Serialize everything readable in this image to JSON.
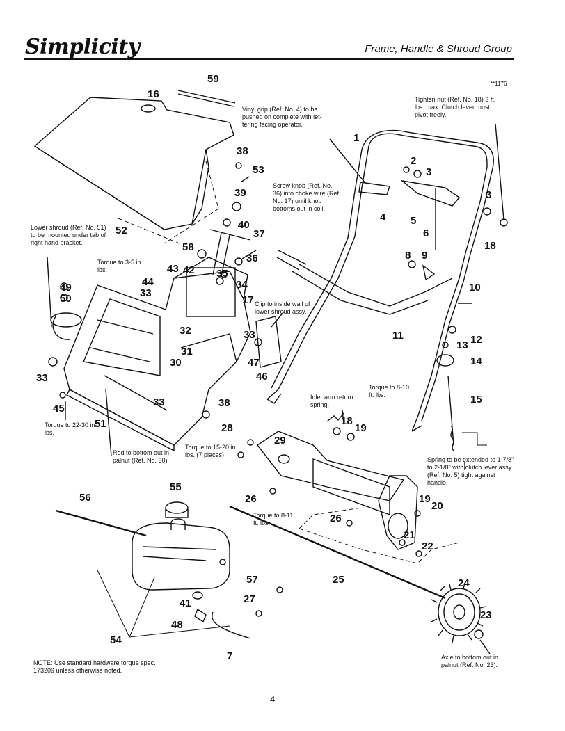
{
  "header": {
    "brand": "Simplicity",
    "section_title": "Frame, Handle & Shroud Group"
  },
  "figure_number": "**1176",
  "page_number": "4",
  "notes": {
    "vinyl_grip": "Vinyl grip (Ref. No. 4) to be pushed on complete with let-tering facing operator.",
    "tighten_nut": "Tighten nut (Ref. No. 18) 3 ft. lbs. max. Clutch lever must pivot freely.",
    "lower_shroud": "Lower shroud (Ref. No. 51) to be mounted under tab of right hand bracket.",
    "screw_knob": "Screw knob (Ref. No. 36) into choke wire (Ref. No. 17) until knob bottoms out in coil.",
    "torque_3_5": "Torque to 3-5 in. lbs.",
    "clip": "Clip to inside wall of lower shroud assy.",
    "idler": "Idler arm return spring.",
    "torque_8_10": "Torque to 8-10 ft. lbs.",
    "torque_22_30": "Torque to 22-30 in. lbs.",
    "rod_bottom": "Rod to bottom out in palnut (Ref. No. 30)",
    "torque_15_20": "Torque to 15-20 in. lbs. (7 places)",
    "torque_8_11": "Torque to 8-11 ft. lbs.",
    "spring": "Spring to be extended to 1-7/8\" to 2-1/8\" with clutch lever assy. (Ref. No. 5) tight against handle.",
    "axle": "Axle to bottom out in palnut (Ref. No. 23).",
    "general": "NOTE: Use standard hardware torque spec. 173209 unless otherwise noted."
  },
  "callouts": [
    "59",
    "16",
    "38",
    "53",
    "52",
    "39",
    "40",
    "37",
    "58",
    "36",
    "42",
    "43",
    "44",
    "35",
    "34",
    "33",
    "17",
    "30",
    "32",
    "31",
    "33",
    "47",
    "46",
    "49",
    "50",
    "33",
    "45",
    "51",
    "33",
    "38",
    "1",
    "2",
    "3",
    "4",
    "5",
    "6",
    "3",
    "18",
    "8",
    "9",
    "10",
    "11",
    "12",
    "13",
    "14",
    "15",
    "18",
    "19",
    "28",
    "29",
    "26",
    "19",
    "20",
    "21",
    "22",
    "26",
    "25",
    "24",
    "23",
    "55",
    "56",
    "57",
    "41",
    "27",
    "48",
    "54",
    "7"
  ],
  "colors": {
    "ink": "#111111",
    "background": "#ffffff"
  }
}
